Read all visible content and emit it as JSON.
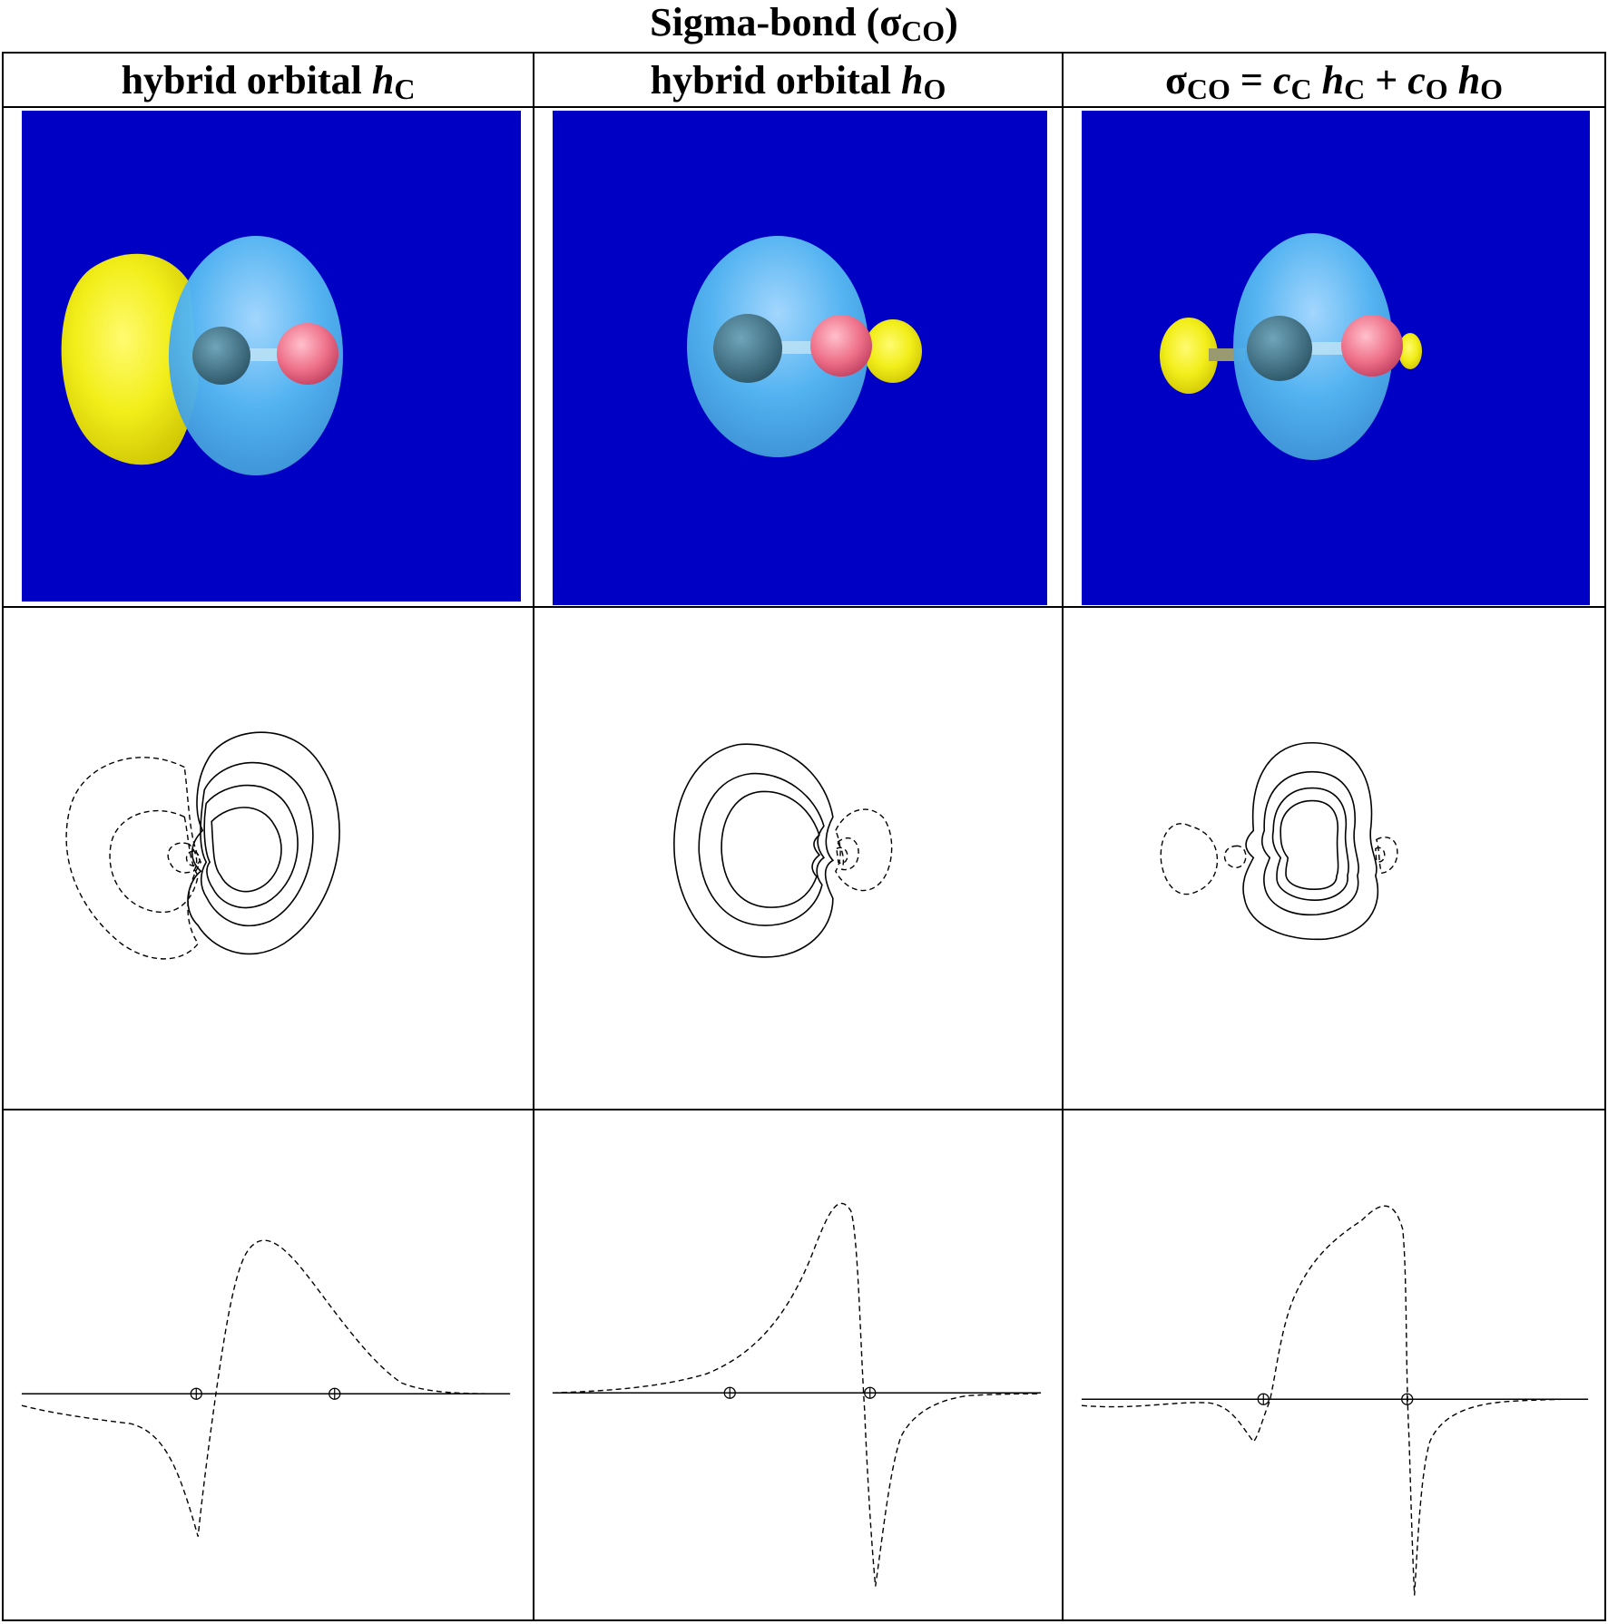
{
  "title": {
    "prefix": "Sigma-bond (",
    "sigma": "σ",
    "sub": "CO",
    "suffix": ")"
  },
  "columns": [
    {
      "label_text": "hybrid orbital ",
      "label_italic": "h",
      "label_sub": "C"
    },
    {
      "label_text": "hybrid orbital ",
      "label_italic": "h",
      "label_sub": "O"
    },
    {
      "label_sigma": "σ",
      "label_sigma_sub": "CO",
      "eq": " = ",
      "c1": "c",
      "c1_sub": "C",
      "h1": "h",
      "h1_sub": "C",
      "plus": " + ",
      "c2": "c",
      "c2_sub": "O",
      "h2": "h",
      "h2_sub": "O"
    }
  ],
  "colors": {
    "background_blue": "#0000c4",
    "positive_lobe": "#55b8f2",
    "negative_lobe": "#f2ee1a",
    "carbon_atom": "#3b6f86",
    "oxygen_atom": "#ee6f88"
  },
  "rows": [
    "3D orbital isosurface",
    "contour plot",
    "amplitude profile along bond axis"
  ]
}
